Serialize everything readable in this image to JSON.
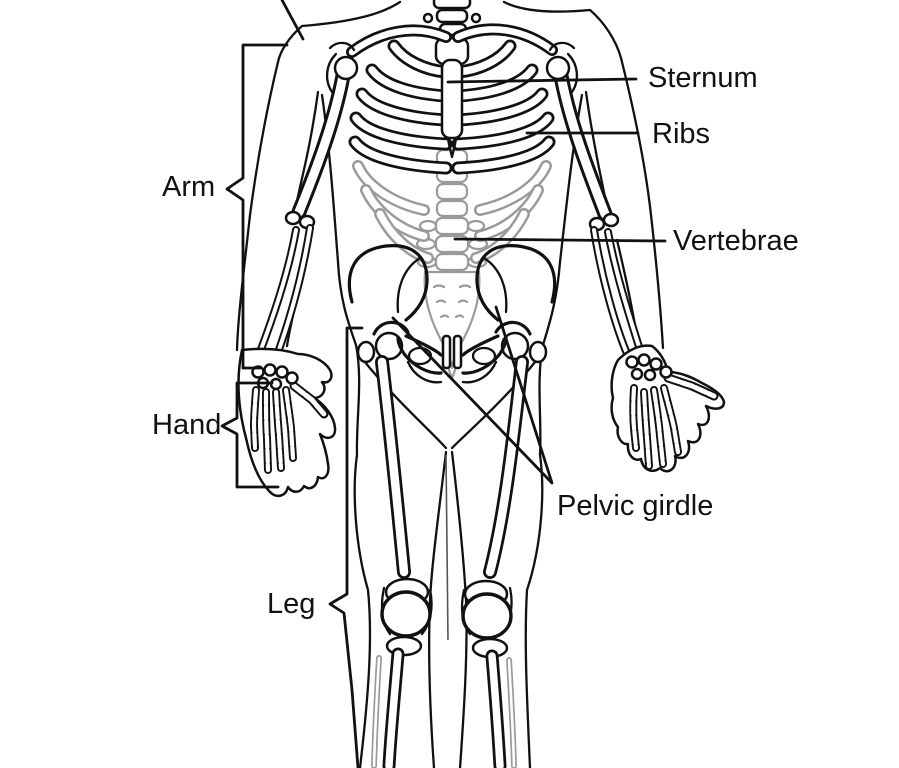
{
  "figure": {
    "type": "anatomical-diagram",
    "subject": "human skeleton, anterior view (torso and limbs, head and feet cropped)",
    "labels": {
      "sternum": "Sternum",
      "ribs": "Ribs",
      "vertebrae": "Vertebrae",
      "arm": "Arm",
      "hand": "Hand",
      "pelvic_girdle": "Pelvic girdle",
      "leg": "Leg"
    },
    "colors": {
      "line": "#111111",
      "secondary_bone": "#9a9a9a",
      "background": "#ffffff"
    }
  }
}
